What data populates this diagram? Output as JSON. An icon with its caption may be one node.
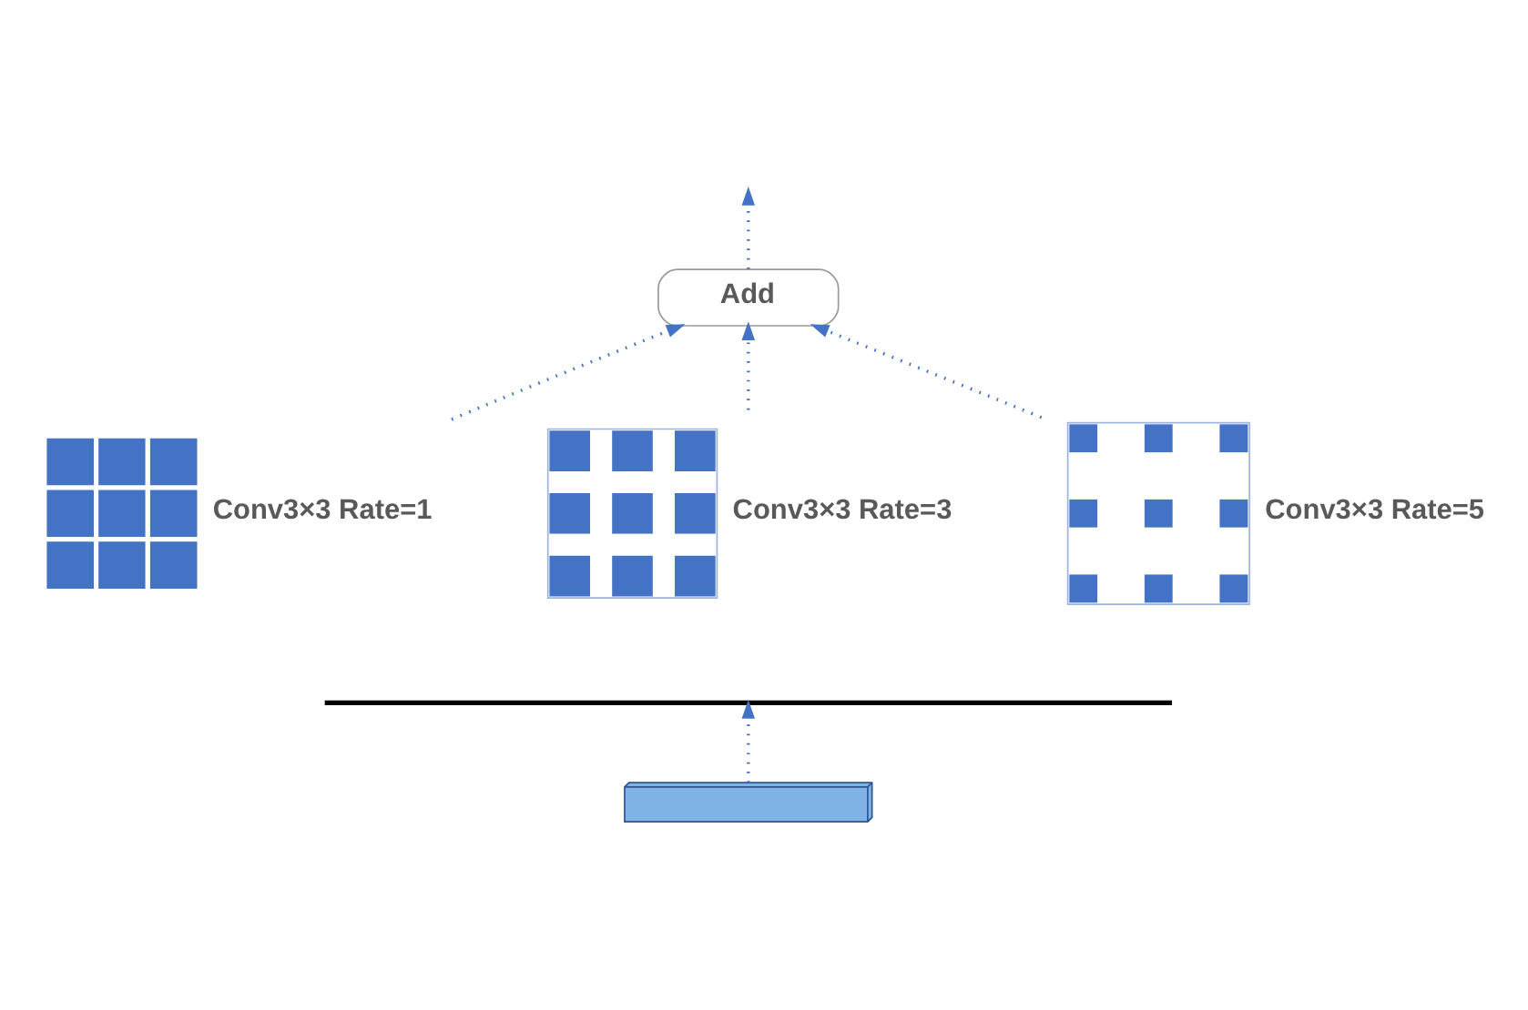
{
  "diagram": {
    "nodes": [
      {
        "text": [
          "Add"
        ]
      },
      {
        "text": [],
        "shape": "picture",
        "beside": [
          "Conv3×3 Rate=1"
        ]
      },
      {
        "text": [],
        "shape": "picture",
        "beside": [
          "Conv3×3 Rate=3"
        ]
      },
      {
        "text": [],
        "shape": "picture",
        "beside": [
          "Conv3×3 Rate=5"
        ]
      },
      {
        "text": [],
        "shape": "picture"
      }
    ],
    "edges": [
      {
        "from": 4,
        "to": null,
        "arrow": "to"
      },
      {
        "from": 1,
        "to": 0,
        "arrow": "to"
      },
      {
        "from": 2,
        "to": 0,
        "arrow": "to"
      },
      {
        "from": 3,
        "to": 0,
        "arrow": "to"
      },
      {
        "from": 0,
        "to": null,
        "arrow": "to"
      }
    ]
  }
}
